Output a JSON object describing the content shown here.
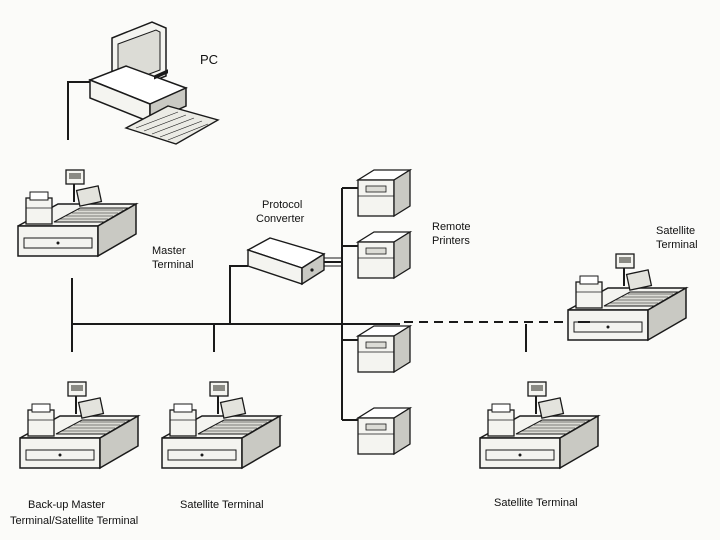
{
  "labels": {
    "pc": "PC",
    "protocol_converter": [
      "Protocol",
      "Converter"
    ],
    "master_terminal": [
      "Master",
      "Terminal"
    ],
    "remote_printers": [
      "Remote",
      "Printers"
    ],
    "satellite_terminal_right": [
      "Satellite",
      "Terminal"
    ],
    "backup_master": [
      "Back-up Master",
      "Terminal/Satellite Terminal"
    ],
    "satellite_terminal_bottom_middle": "Satellite Terminal",
    "satellite_terminal_bottom_right": "Satellite Terminal"
  },
  "icons": {
    "pc": "desktop-computer-icon",
    "terminal": "pos-terminal-icon",
    "printer": "printer-icon",
    "converter": "protocol-converter-icon"
  },
  "colors": {
    "line": "#1a1a1a",
    "device_fill": "#f4f4f0",
    "device_shade": "#c9c9c3",
    "background": "#fbfbf9"
  }
}
